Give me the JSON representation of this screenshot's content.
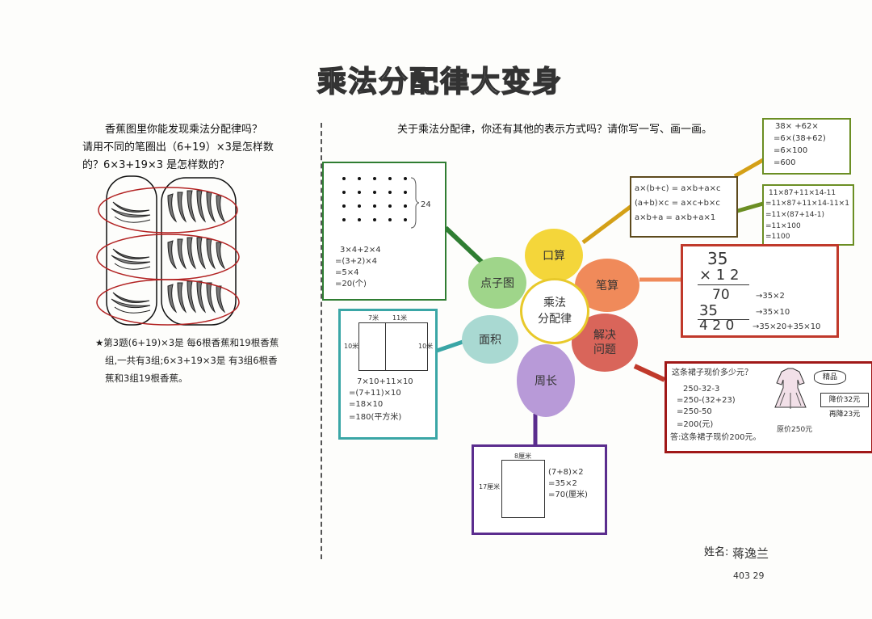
{
  "title": "乘法分配律大变身",
  "left_prompt": {
    "line1": "香蕉图里你能发现乘法分配律吗？",
    "line2": "请用不同的笔圈出（6+19）×3是怎样数",
    "line3": "的？6×3+19×3 是怎样数的？"
  },
  "right_prompt": "关于乘法分配律，你还有其他的表示方式吗？请你写一写、画一画。",
  "answer": {
    "line1": "★第3题(6+19)×3是 每6根香蕉和19根香蕉",
    "line2": "组,一共有3组;6×3+19×3是 有3组6根香",
    "line3": "蕉和3组19根香蕉。"
  },
  "flower": {
    "center": [
      "乘法",
      "分配律"
    ],
    "petals": {
      "top": "口算",
      "upper_left": "点子图",
      "lower_left": "面积",
      "bottom": "周长",
      "upper_right": "笔算",
      "lower_right": [
        "解决",
        "问题"
      ]
    }
  },
  "dot_box": {
    "brace": "24",
    "work": [
      "3×4+2×4",
      "=(3+2)×4",
      "=5×4",
      "=20(个)"
    ]
  },
  "area_box": {
    "top_labels": [
      "7米",
      "11米"
    ],
    "side_label": "10米",
    "work": [
      "7×10+11×10",
      "=(7+11)×10",
      "=18×10",
      "=180(平方米)"
    ]
  },
  "perimeter_box": {
    "top_label": "8厘米",
    "side_label": "17厘米",
    "work": [
      "(7+8)×2",
      "=35×2",
      "=70(厘米)"
    ]
  },
  "formula_box": {
    "lines": [
      "a×(b+c) = a×b+a×c",
      "(a+b)×c = a×c+b×c",
      "a×b+a = a×b+a×1"
    ]
  },
  "mental_box1": {
    "lines": [
      "38×  +62×",
      "=6×(38+62)",
      "=6×100",
      "=600"
    ]
  },
  "mental_box2": {
    "lines": [
      "11×87+11×14-11",
      "=11×87+11×14-11×1",
      "=11×(87+14-1)",
      "=11×100",
      "=1100"
    ]
  },
  "vertical_box": {
    "top": "35",
    "mult": "× 1 2",
    "row1": "70",
    "row1_note": "→35×2",
    "row2": "35",
    "row2_note": "→35×10",
    "total": "4 2 0",
    "total_note": "→35×20+35×10"
  },
  "problem_box": {
    "question": "这条裙子现价多少元？",
    "tag": "精品",
    "work": [
      "250-32-3",
      "=250-(32+23)",
      "=250-50",
      "=200(元)"
    ],
    "answer": "答:这条裙子现价200元。",
    "price_note": "原价250元",
    "discount": "降价32元",
    "discount2": "再降23元"
  },
  "name": {
    "label": "姓名:",
    "value": "蒋逸兰",
    "class_info": "403 29"
  },
  "colors": {
    "petal_top": "#f4d63a",
    "petal_upper_left": "#9fd58a",
    "petal_lower_left": "#a9d9d2",
    "petal_bottom": "#b89ad8",
    "petal_upper_right": "#f08a5a",
    "petal_lower_right": "#d9655a",
    "dot_box_border": "#2f7d32",
    "area_box_border": "#3aa6a6",
    "perimeter_box_border": "#5b2d8e",
    "formula_box_border": "#5d4a1d",
    "mental_box_border": "#6b8e23",
    "vertical_box_border": "#c0392b",
    "problem_box_border": "#a01818"
  }
}
